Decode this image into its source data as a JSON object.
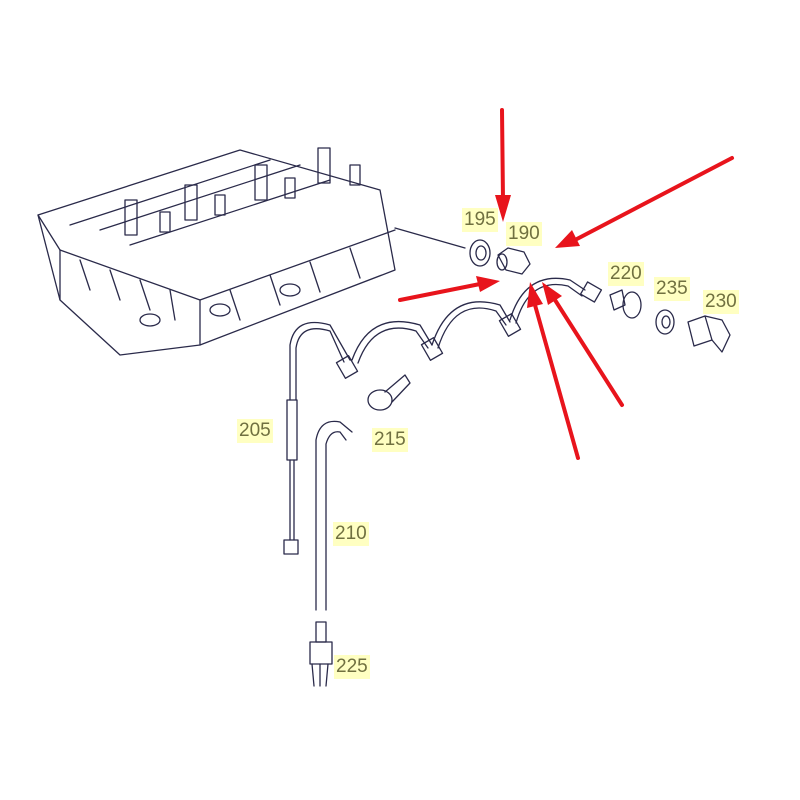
{
  "diagram": {
    "part_labels": [
      {
        "id": "195",
        "text": "195"
      },
      {
        "id": "190",
        "text": "190"
      },
      {
        "id": "220",
        "text": "220"
      },
      {
        "id": "235",
        "text": "235"
      },
      {
        "id": "230",
        "text": "230"
      },
      {
        "id": "205",
        "text": "205"
      },
      {
        "id": "215",
        "text": "215"
      },
      {
        "id": "210",
        "text": "210"
      },
      {
        "id": "225",
        "text": "225"
      }
    ],
    "colors": {
      "arrow": "#e8141c",
      "label_bg": "#ffffc2",
      "label_text": "#707040",
      "line": "#2a2a4a"
    }
  }
}
